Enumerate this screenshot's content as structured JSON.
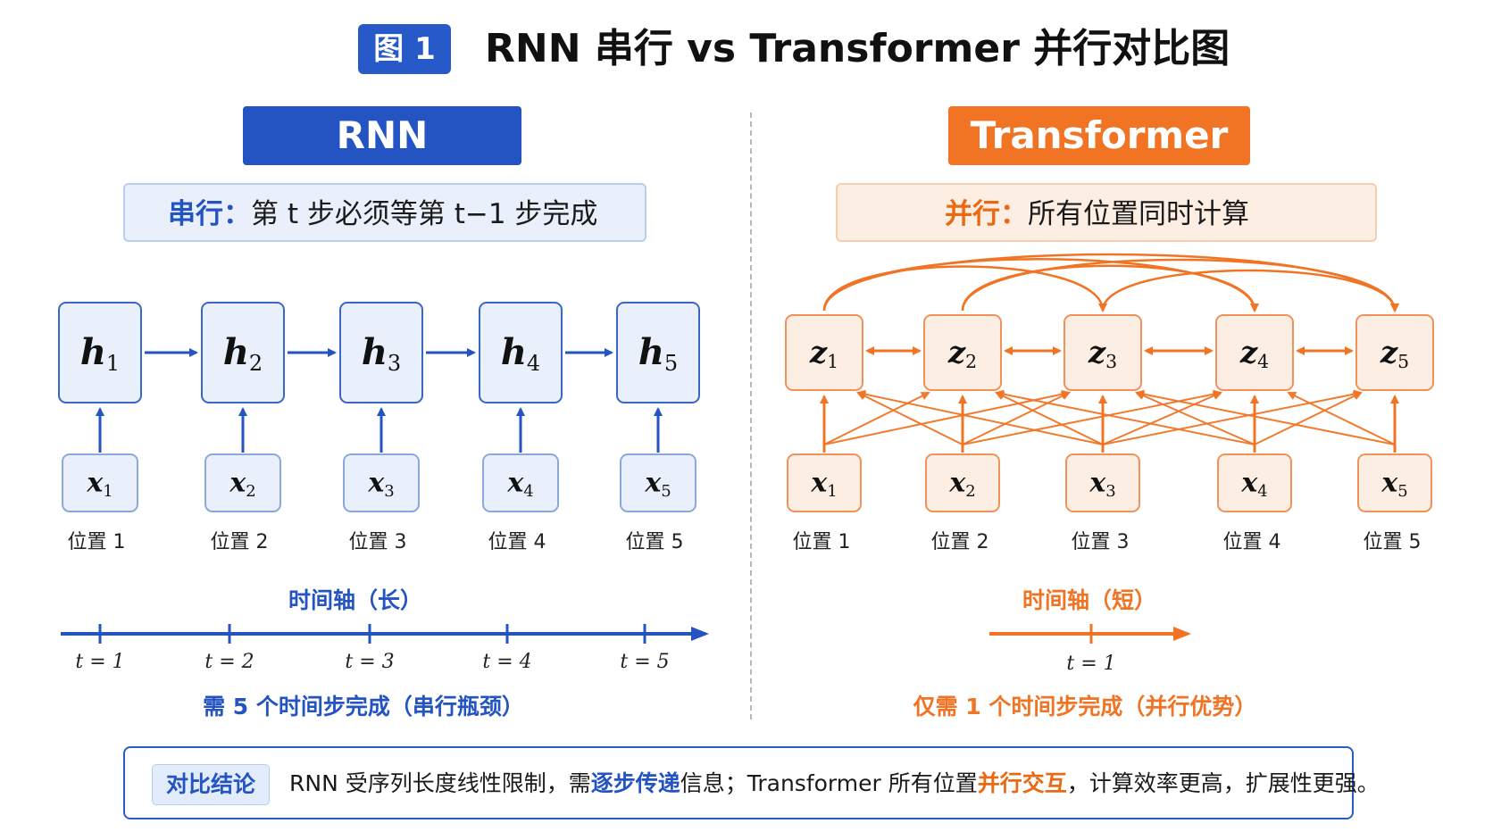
{
  "title": {
    "badge": "图 1",
    "text": "RNN 串行 vs Transformer 并行对比图"
  },
  "rnn": {
    "header": "RNN",
    "subtitle_key": "串行：",
    "subtitle_rest": "第 t 步必须等第 t−1 步完成",
    "hidden": [
      {
        "sym": "h",
        "sub": "1"
      },
      {
        "sym": "h",
        "sub": "2"
      },
      {
        "sym": "h",
        "sub": "3"
      },
      {
        "sym": "h",
        "sub": "4"
      },
      {
        "sym": "h",
        "sub": "5"
      }
    ],
    "inputs": [
      {
        "sym": "x",
        "sub": "1"
      },
      {
        "sym": "x",
        "sub": "2"
      },
      {
        "sym": "x",
        "sub": "3"
      },
      {
        "sym": "x",
        "sub": "4"
      },
      {
        "sym": "x",
        "sub": "5"
      }
    ],
    "positions": [
      "位置 1",
      "位置 2",
      "位置 3",
      "位置 4",
      "位置 5"
    ],
    "timeline_label": "时间轴（长）",
    "ticks": [
      "t = 1",
      "t = 2",
      "t = 3",
      "t = 4",
      "t = 5"
    ],
    "footer": "需 5 个时间步完成（串行瓶颈）"
  },
  "transformer": {
    "header": "Transformer",
    "subtitle_key": "并行：",
    "subtitle_rest": "所有位置同时计算",
    "outputs": [
      {
        "sym": "z",
        "sub": "1"
      },
      {
        "sym": "z",
        "sub": "2"
      },
      {
        "sym": "z",
        "sub": "3"
      },
      {
        "sym": "z",
        "sub": "4"
      },
      {
        "sym": "z",
        "sub": "5"
      }
    ],
    "inputs": [
      {
        "sym": "x",
        "sub": "1"
      },
      {
        "sym": "x",
        "sub": "2"
      },
      {
        "sym": "x",
        "sub": "3"
      },
      {
        "sym": "x",
        "sub": "4"
      },
      {
        "sym": "x",
        "sub": "5"
      }
    ],
    "positions": [
      "位置 1",
      "位置 2",
      "位置 3",
      "位置 4",
      "位置 5"
    ],
    "timeline_label": "时间轴（短）",
    "ticks": [
      "t = 1"
    ],
    "footer": "仅需 1 个时间步完成（并行优势）"
  },
  "conclusion": {
    "tag": "对比结论",
    "part1": "RNN 受序列长度线性限制，需",
    "hl1": "逐步传递",
    "part2": "信息；Transformer 所有位置",
    "hl2": "并行交互",
    "part3": "，计算效率更高，扩展性更强。"
  },
  "colors": {
    "rnn_blue": "#2453c2",
    "rnn_fill": "#e9f0fb",
    "rnn_border": "#3a66c4",
    "tf_orange": "#f07424",
    "tf_fill": "#fdeee3",
    "tf_border": "#f0925a"
  }
}
